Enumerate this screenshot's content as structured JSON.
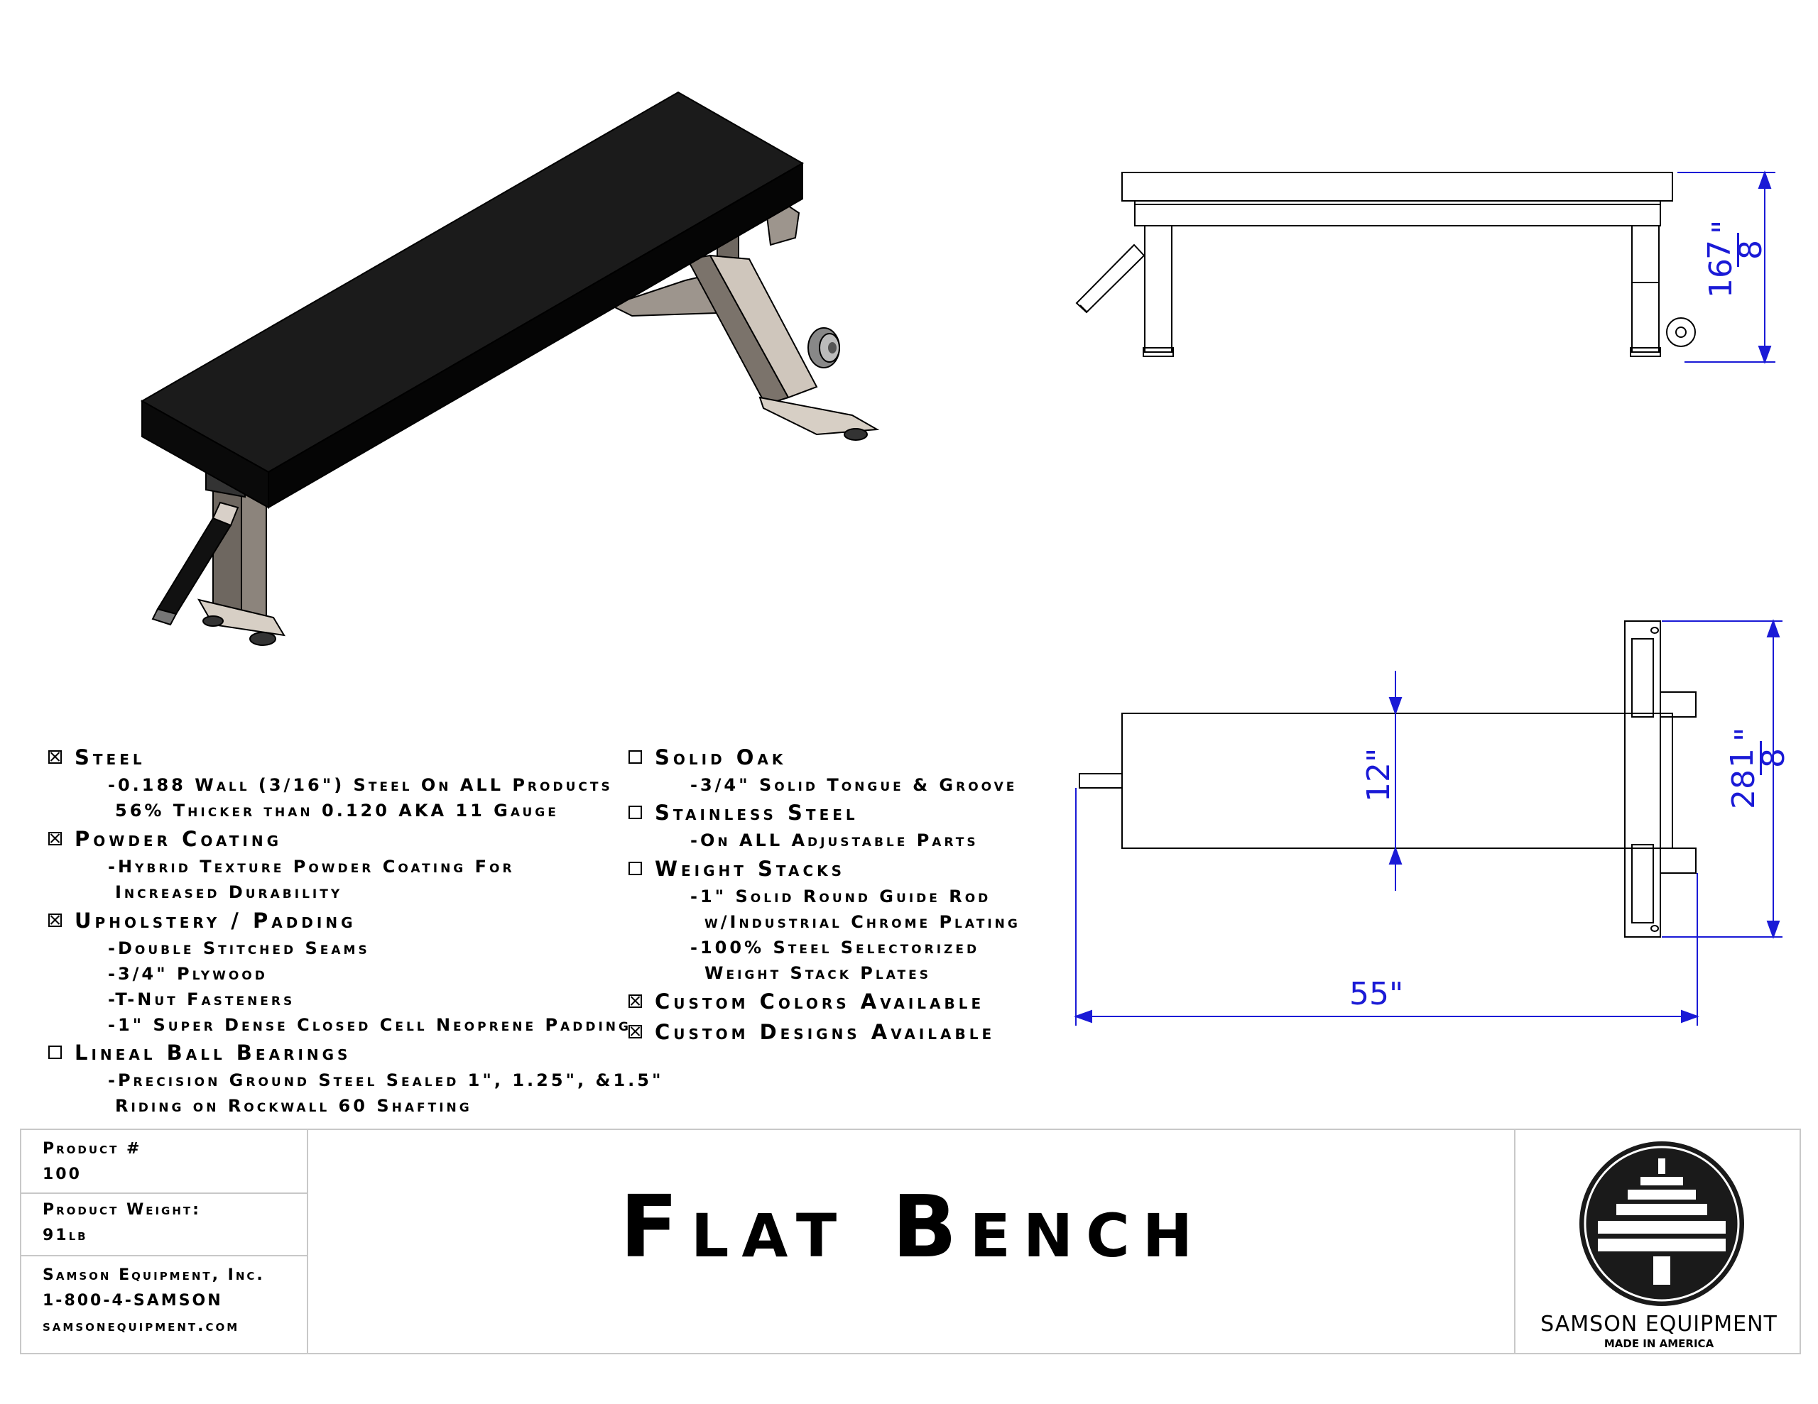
{
  "dimensions": {
    "side_height_whole": "16",
    "side_height_num": "7",
    "side_height_den": "8",
    "top_width": "12\"",
    "top_depth_whole": "28",
    "top_depth_num": "1",
    "top_depth_den": "8",
    "top_length": "55\"",
    "inch_mark": "\""
  },
  "features": [
    {
      "label": "Steel",
      "checked": true,
      "details": [
        "-0.188 Wall (3/16\") Steel On ALL Products",
        "56% Thicker than 0.120 AKA 11 Gauge"
      ]
    },
    {
      "label": "Powder Coating",
      "checked": true,
      "details": [
        "-Hybrid Texture Powder Coating For",
        "Increased Durability"
      ]
    },
    {
      "label": "Upholstery / Padding",
      "checked": true,
      "details": [
        "-Double Stitched Seams",
        "-3/4\" Plywood",
        "-T-Nut Fasteners",
        "-1\" Super Dense Closed Cell Neoprene Padding"
      ]
    },
    {
      "label": "Lineal Ball Bearings",
      "checked": false,
      "details": [
        "-Precision Ground Steel Sealed 1\", 1.25\", &1.5\"",
        "Riding on Rockwall 60 Shafting"
      ]
    },
    {
      "label": "Solid Oak",
      "checked": false,
      "details": [
        "-3/4\" Solid Tongue & Groove"
      ]
    },
    {
      "label": "Stainless Steel",
      "checked": false,
      "details": [
        "-On ALL Adjustable Parts"
      ]
    },
    {
      "label": "Weight Stacks",
      "checked": false,
      "details": [
        "-1\" Solid Round Guide Rod",
        "w/Industrial Chrome Plating",
        "-100% Steel Selectorized",
        "Weight Stack Plates"
      ]
    },
    {
      "label": "Custom Colors Available",
      "checked": true,
      "details": []
    },
    {
      "label": "Custom Designs Available",
      "checked": true,
      "details": []
    }
  ],
  "title_block": {
    "product_label": "Product #",
    "product_value": "100",
    "weight_label": "Product Weight:",
    "weight_value": "91lb",
    "company": "Samson Equipment, Inc.",
    "phone": "1-800-4-SAMSON",
    "website": "samsonequipment.com",
    "title": "Flat Bench",
    "logo_name": "SAMSON EQUIPMENT",
    "logo_tagline": "MADE IN AMERICA"
  },
  "colors": {
    "dimension": "#1a1ad6",
    "border": "#c8c8c8",
    "pad": "#1b1b1b",
    "frame": "#bdb3a8"
  }
}
